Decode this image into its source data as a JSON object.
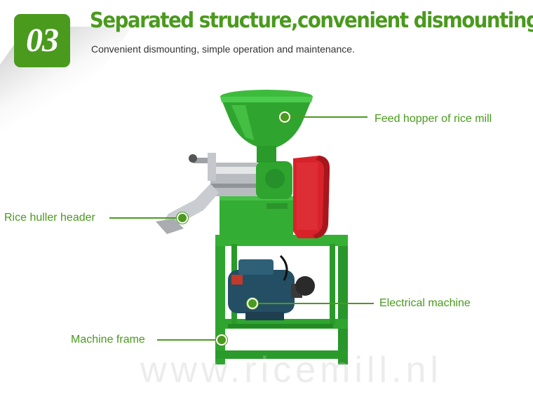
{
  "badge": {
    "number": "03"
  },
  "header": {
    "title": "Separated structure,convenient dismounting",
    "subtitle": "Convenient dismounting, simple operation and maintenance."
  },
  "callouts": {
    "feed_hopper": "Feed hopper of rice mill",
    "huller_header": "Rice huller header",
    "electrical_machine": "Electrical machine",
    "machine_frame": "Machine frame"
  },
  "watermark": "www.ricemill.nl",
  "colors": {
    "accent": "#4a9a1e",
    "machine_green": "#2fa52f",
    "belt_guard": "#d8222a"
  }
}
